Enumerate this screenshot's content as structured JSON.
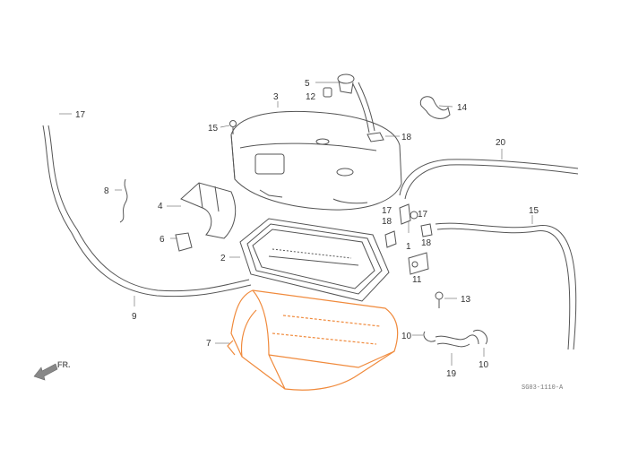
{
  "diagram": {
    "callouts": {
      "p1": "1",
      "p2": "2",
      "p3": "3",
      "p4": "4",
      "p5": "5",
      "p6": "6",
      "p7": "7",
      "p8": "8",
      "p9": "9",
      "p10a": "10",
      "p10b": "10",
      "p11": "11",
      "p12": "12",
      "p13": "13",
      "p14": "14",
      "p15a": "15",
      "p15b": "15",
      "p17a": "17",
      "p17b": "17",
      "p17c": "17",
      "p18a": "18",
      "p18b": "18",
      "p18c": "18",
      "p19": "19",
      "p20": "20"
    },
    "direction_label": "FR.",
    "figure_code": "SG03-1110-A",
    "highlight_color": "#f08a3c",
    "line_color": "#555555"
  }
}
